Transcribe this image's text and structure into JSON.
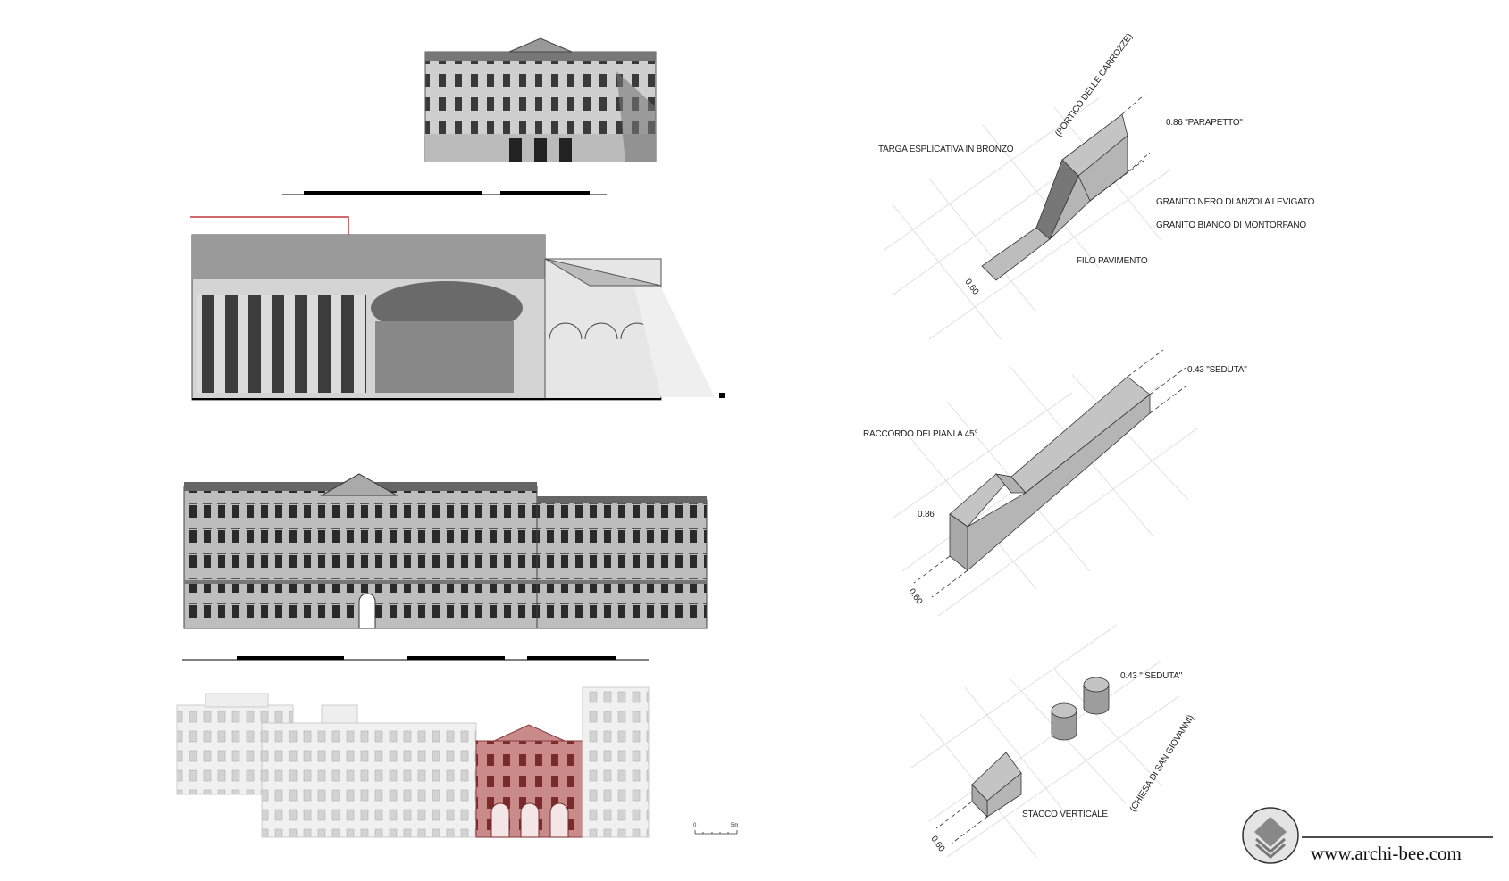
{
  "diagram_1": {
    "label_portico": "(PORTICO DELLE CARROZZE)",
    "label_parapetto": "0.86 \"PARAPETTO\"",
    "label_targa": "TARGA ESPLICATIVA IN BRONZO",
    "label_granito_nero": "GRANITO NERO DI ANZOLA LEVIGATO",
    "label_granito_bianco": "GRANITO BIANCO DI MONTORFANO",
    "label_filo": "FILO PAVIMENTO",
    "label_width": "0.60"
  },
  "diagram_2": {
    "label_seduta": "0.43 \"SEDUTA\"",
    "label_raccordo": "RACCORDO DEI PIANI A 45°",
    "label_height": "0.86",
    "label_width": "0.60"
  },
  "diagram_3": {
    "label_seduta": "0.43 \" SEDUTA\"",
    "label_stacco": "STACCO VERTICALE",
    "label_chiesa": "(CHIESA DI SAN GIOVANNI)",
    "label_width": "0.60"
  },
  "scale_bar": {
    "start": "0",
    "end": "5m"
  },
  "brand": {
    "url": "www.archi-bee.com"
  },
  "colors": {
    "solid": "#b8b8b8",
    "accent_red": "#c0393b",
    "highlight_building": "#b56a6a"
  }
}
